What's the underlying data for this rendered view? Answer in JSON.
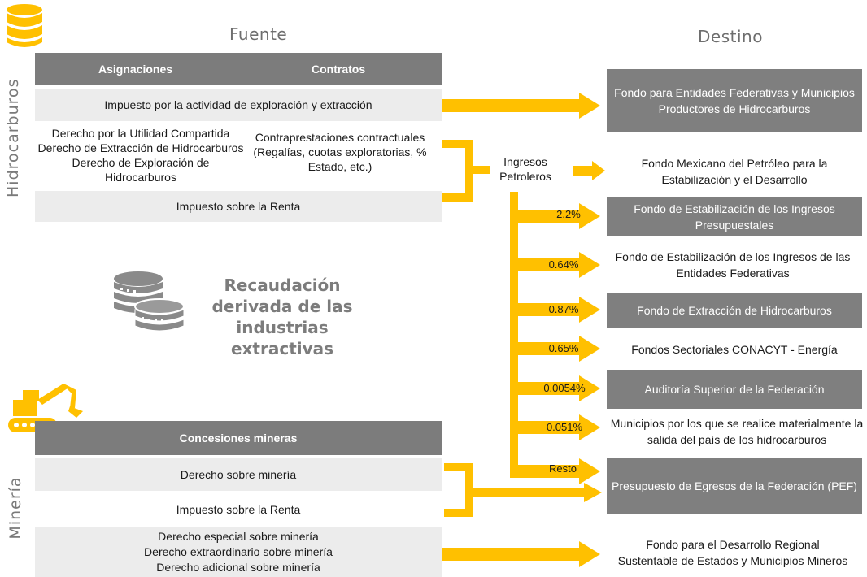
{
  "headers": {
    "source": "Fuente",
    "destination": "Destino"
  },
  "sections": {
    "hydrocarbons": "Hidrocarburos",
    "mining": "Minería"
  },
  "hydro_table": {
    "col1": "Asignaciones",
    "col2": "Contratos",
    "row1": "Impuesto por la actividad de exploración y extracción",
    "row2_left_1": "Derecho por la Utilidad Compartida",
    "row2_left_2": "Derecho de Extracción de Hidrocarburos",
    "row2_left_3": "Derecho de Exploración de Hidrocarburos",
    "row2_right": "Contraprestaciones contractuales (Regalías, cuotas exploratorias, % Estado, etc.)",
    "row3": "Impuesto sobre la Renta"
  },
  "center_title": "Recaudación derivada de las industrias extractivas",
  "ingresos": "Ingresos Petroleros",
  "percentages": {
    "p1": "2.2%",
    "p2": "0.64%",
    "p3": "0.87%",
    "p4": "0.65%",
    "p5": "0.0054%",
    "p6": "0.051%",
    "p7": "Resto"
  },
  "destinations": {
    "d1": "Fondo para Entidades Federativas y Municipios Productores de Hidrocarburos",
    "d2": "Fondo Mexicano del Petróleo para la Estabilización y el Desarrollo",
    "d3": "Fondo de Estabilización de los Ingresos Presupuestales",
    "d4": "Fondo de Estabilización de los Ingresos de las Entidades Federativas",
    "d5": "Fondo de Extracción de Hidrocarburos",
    "d6": "Fondos Sectoriales CONACYT - Energía",
    "d7": "Auditoría Superior de la Federación",
    "d8": "Municipios por los que se realice materialmente la salida del país de los hidrocarburos",
    "d9": "Presupuesto de Egresos de la Federación (PEF)",
    "d10": "Fondo para el Desarrollo Regional Sustentable de Estados y Municipios Mineros"
  },
  "mining_table": {
    "header": "Concesiones mineras",
    "row1": "Derecho sobre minería",
    "row2": "Impuesto sobre la Renta",
    "row3_1": "Derecho especial sobre minería",
    "row3_2": "Derecho extraordinario sobre minería",
    "row3_3": "Derecho adicional sobre minería"
  },
  "colors": {
    "arrow": "#FFC000",
    "dark_bar": "#7C7C7C",
    "gray_row": "#ECECEC",
    "dest_box": "#7F7F7F"
  },
  "icons": [
    "database-icon",
    "coins-icon",
    "excavator-icon"
  ]
}
